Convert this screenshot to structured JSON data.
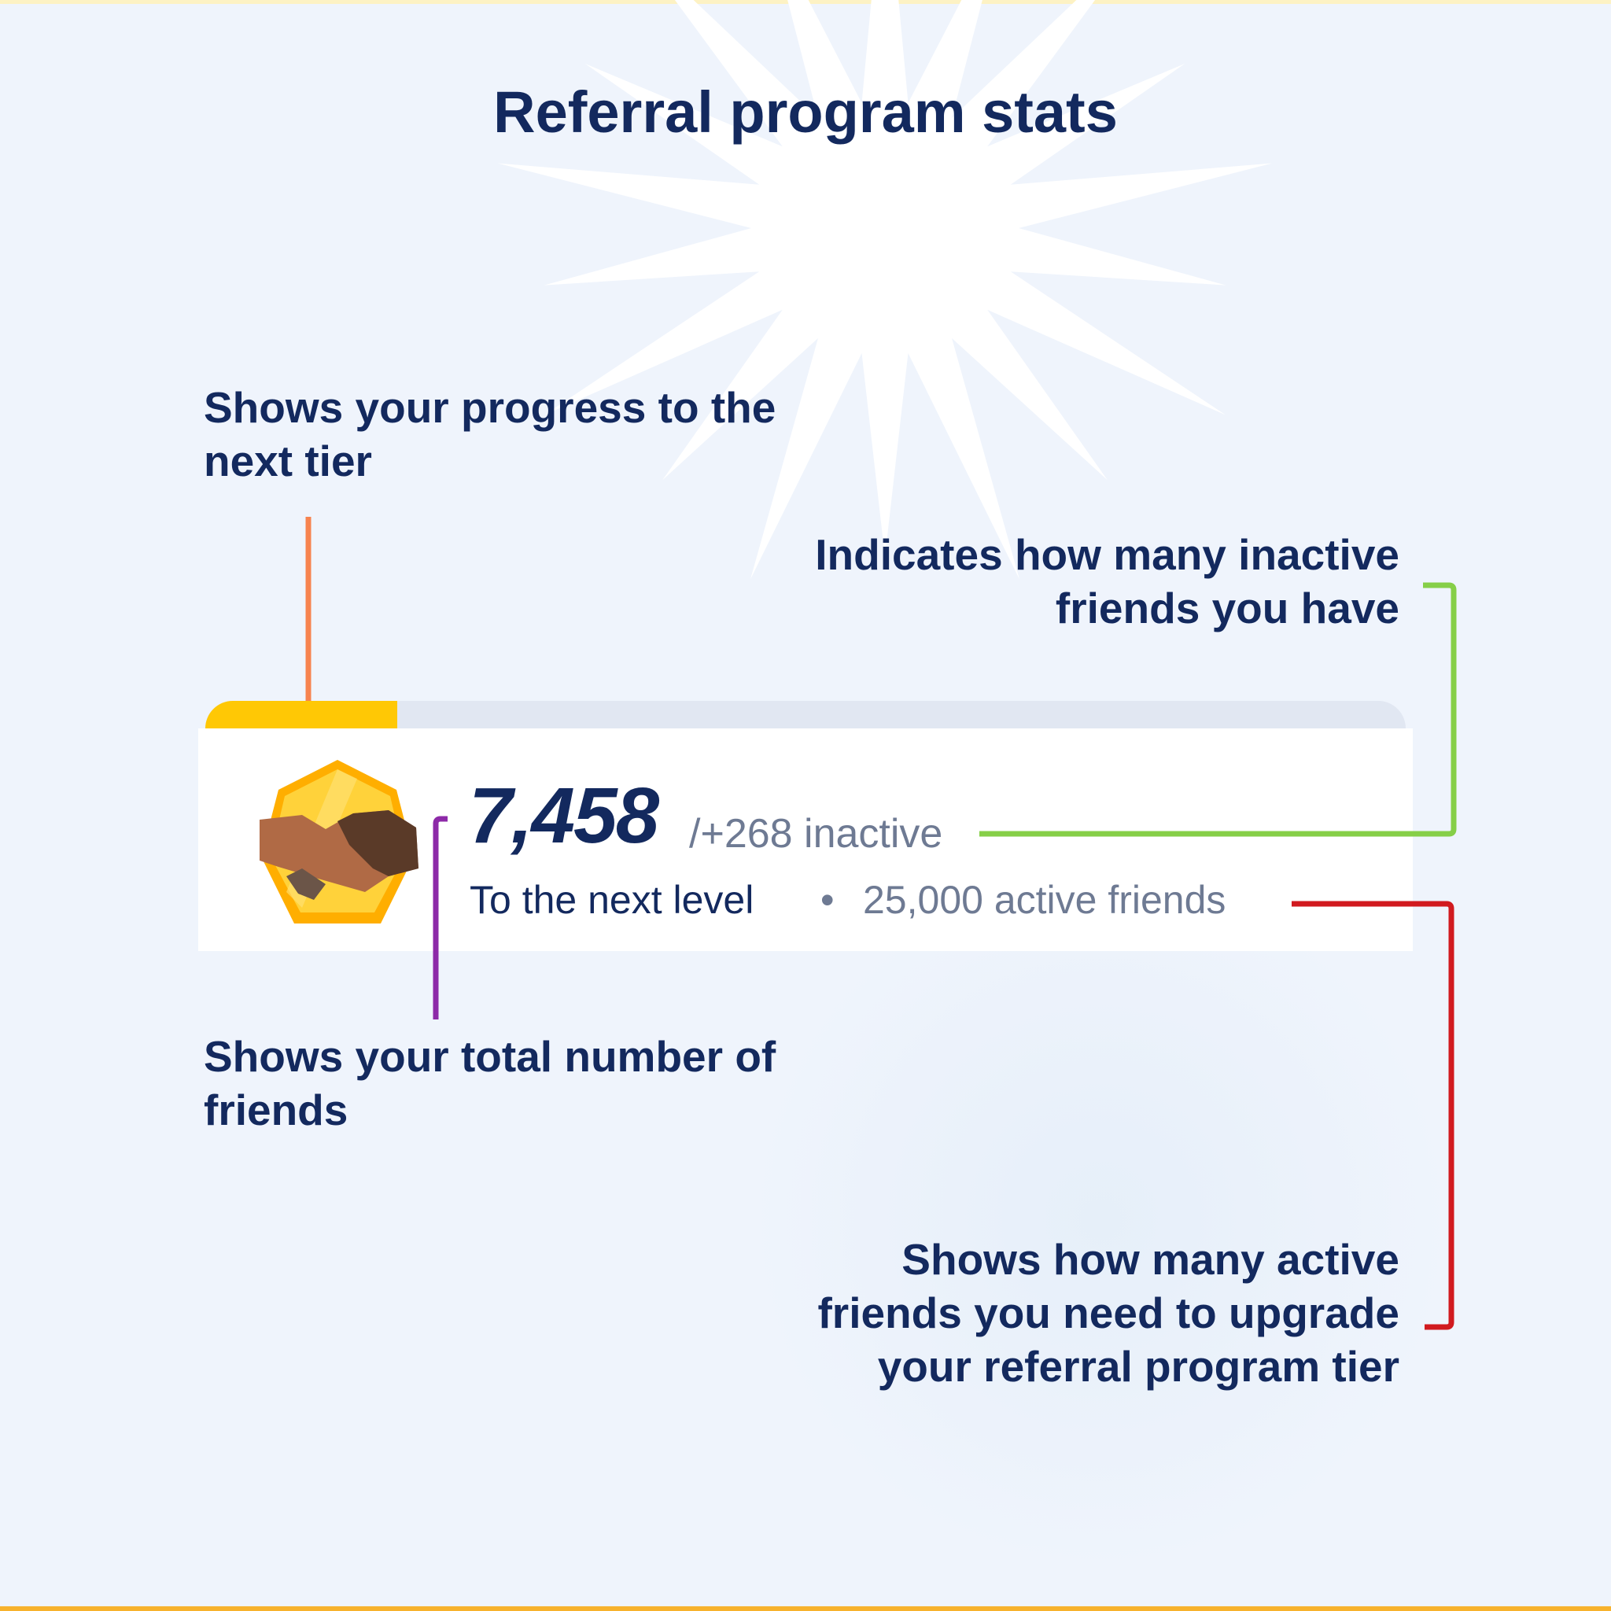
{
  "title": "Referral program stats",
  "annotations": {
    "progress": [
      "Shows your progress to the",
      "next tier"
    ],
    "inactive": [
      "Indicates how many inactive",
      "friends you have"
    ],
    "total": [
      "Shows your total number of",
      "friends"
    ],
    "active": [
      "Shows how many active",
      "friends you need to upgrade",
      "your referral program tier"
    ]
  },
  "card": {
    "total_friends": "7,458",
    "inactive": "/+268 inactive",
    "next_level_label": "To the next level",
    "separator": "•",
    "active_needed": "25,000 active friends",
    "progress_fraction": 0.16,
    "badge_icon": "handshake-icon"
  },
  "colors": {
    "progress": "#ffc805",
    "orange_line": "#f7834f",
    "green_line": "#86cf48",
    "purple_line": "#8d2aa8",
    "red_line": "#d11a1f"
  }
}
